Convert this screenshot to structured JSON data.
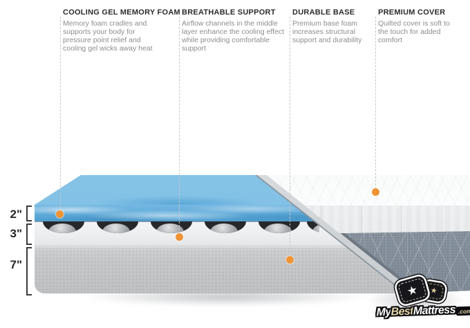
{
  "callouts": [
    {
      "title": "COOLING GEL MEMORY FOAM",
      "description": "Memory foam cradles and supports your body for pressure point relief and cooling gel wicks away heat"
    },
    {
      "title": "BREATHABLE SUPPORT",
      "description": "Airflow channels in the middle layer enhance the cooling effect while providing comfortable support"
    },
    {
      "title": "DURABLE BASE",
      "description": "Premium base foam increases structural support and durability"
    },
    {
      "title": "PREMIUM COVER",
      "description": "Quilted cover is soft to the touch for added comfort"
    }
  ],
  "measurements": [
    {
      "value": "2\""
    },
    {
      "value": "3\""
    },
    {
      "value": "7\""
    }
  ],
  "diagram": {
    "layers": [
      {
        "name": "cooling gel memory foam",
        "thickness": "2\""
      },
      {
        "name": "breathable support",
        "thickness": "3\""
      },
      {
        "name": "durable base",
        "thickness": "7\""
      },
      {
        "name": "premium cover"
      }
    ],
    "colors": {
      "accent_orange": "#ef9434",
      "gel_blue": "#7fc0e5",
      "foam_white": "#eceef0",
      "base_gray": "#c6c8ca",
      "fabric_slate": "#8a95a1"
    }
  },
  "logo": {
    "my": "My",
    "best": "Best",
    "mattress": "Mattress",
    "tld": ".com",
    "star": "★"
  }
}
